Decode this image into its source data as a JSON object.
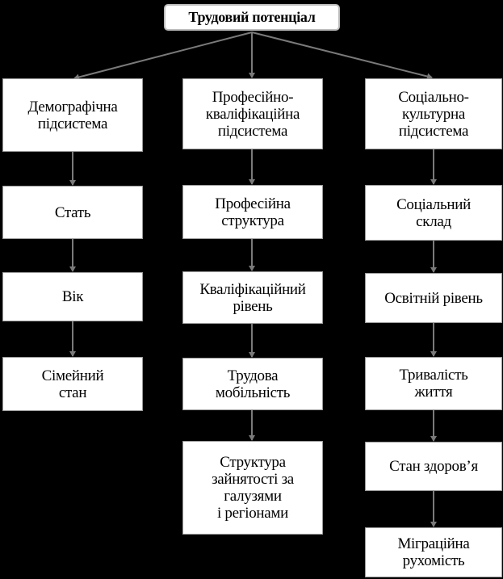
{
  "title": "Трудовий потенціал",
  "columns": [
    {
      "header": "Демографічна\nпідсистема",
      "items": [
        "Стать",
        "Вік",
        "Сімейний\nстан"
      ]
    },
    {
      "header": "Професійно-\nкваліфікаційна\nпідсистема",
      "items": [
        "Професійна\nструктура",
        "Кваліфікаційний\nрівень",
        "Трудова\nмобільність",
        "Структура\nзайнятості за\nгалузями\nі регіонами"
      ]
    },
    {
      "header": "Соціально-\nкультурна\nпідсистема",
      "items": [
        "Соціальний\nсклад",
        "Освітній рівень",
        "Тривалість\nжиття",
        "Стан здоров’я",
        "Міграційна\nрухомість"
      ]
    }
  ],
  "colors": {
    "background": "#000000",
    "box": "#ffffff",
    "connector": "#7a7a7a"
  }
}
